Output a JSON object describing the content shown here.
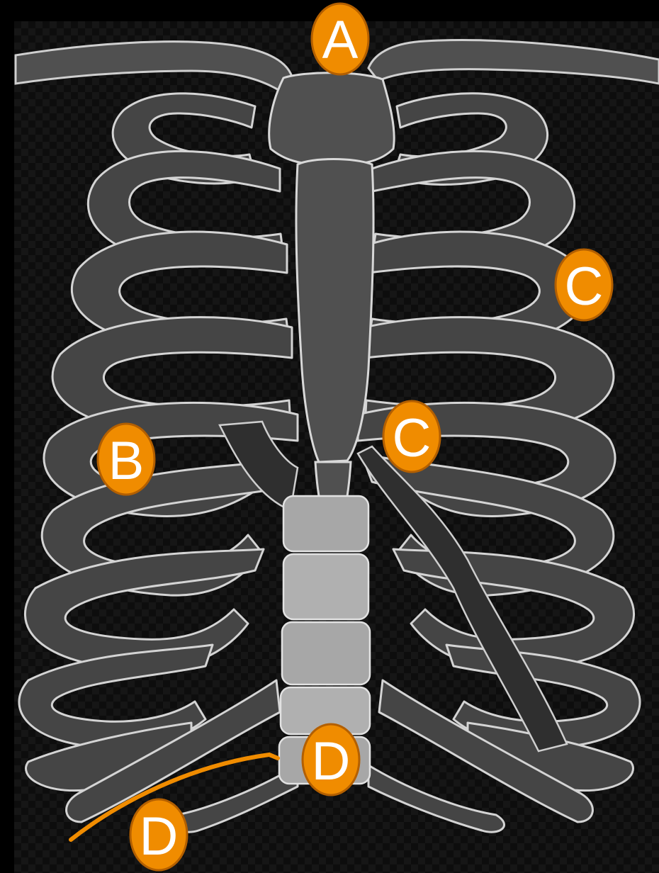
{
  "figure": {
    "colors": {
      "background": "#000000",
      "panel": "#141414",
      "bone_fill": "#4a4a4a",
      "bone_dark": "#2b2b2b",
      "bone_light": "#8a8a8a",
      "vertebra_fill": "#a9a9a9",
      "outline": "#d0d0d0",
      "marker_fill": "#f08c00",
      "marker_stroke": "#b35f00",
      "marker_text": "#ffffff",
      "leader_line": "#f08c00"
    }
  },
  "labels": {
    "a": "A",
    "b": "B",
    "c_upper": "C",
    "c_lower": "C",
    "d_upper": "D",
    "d_lower": "D"
  }
}
